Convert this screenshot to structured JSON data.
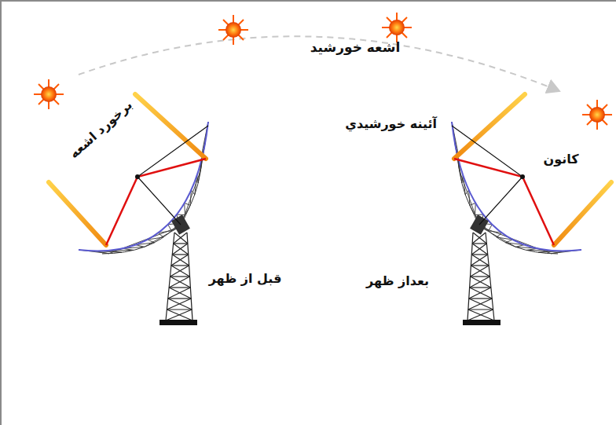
{
  "diagram": {
    "labels": [
      "اشعه خورشید",
      "برخورد اشعه",
      "آئینه خورشیدي",
      "کانون",
      "قبل از ظهر",
      "بعداز ظهر"
    ]
  }
}
